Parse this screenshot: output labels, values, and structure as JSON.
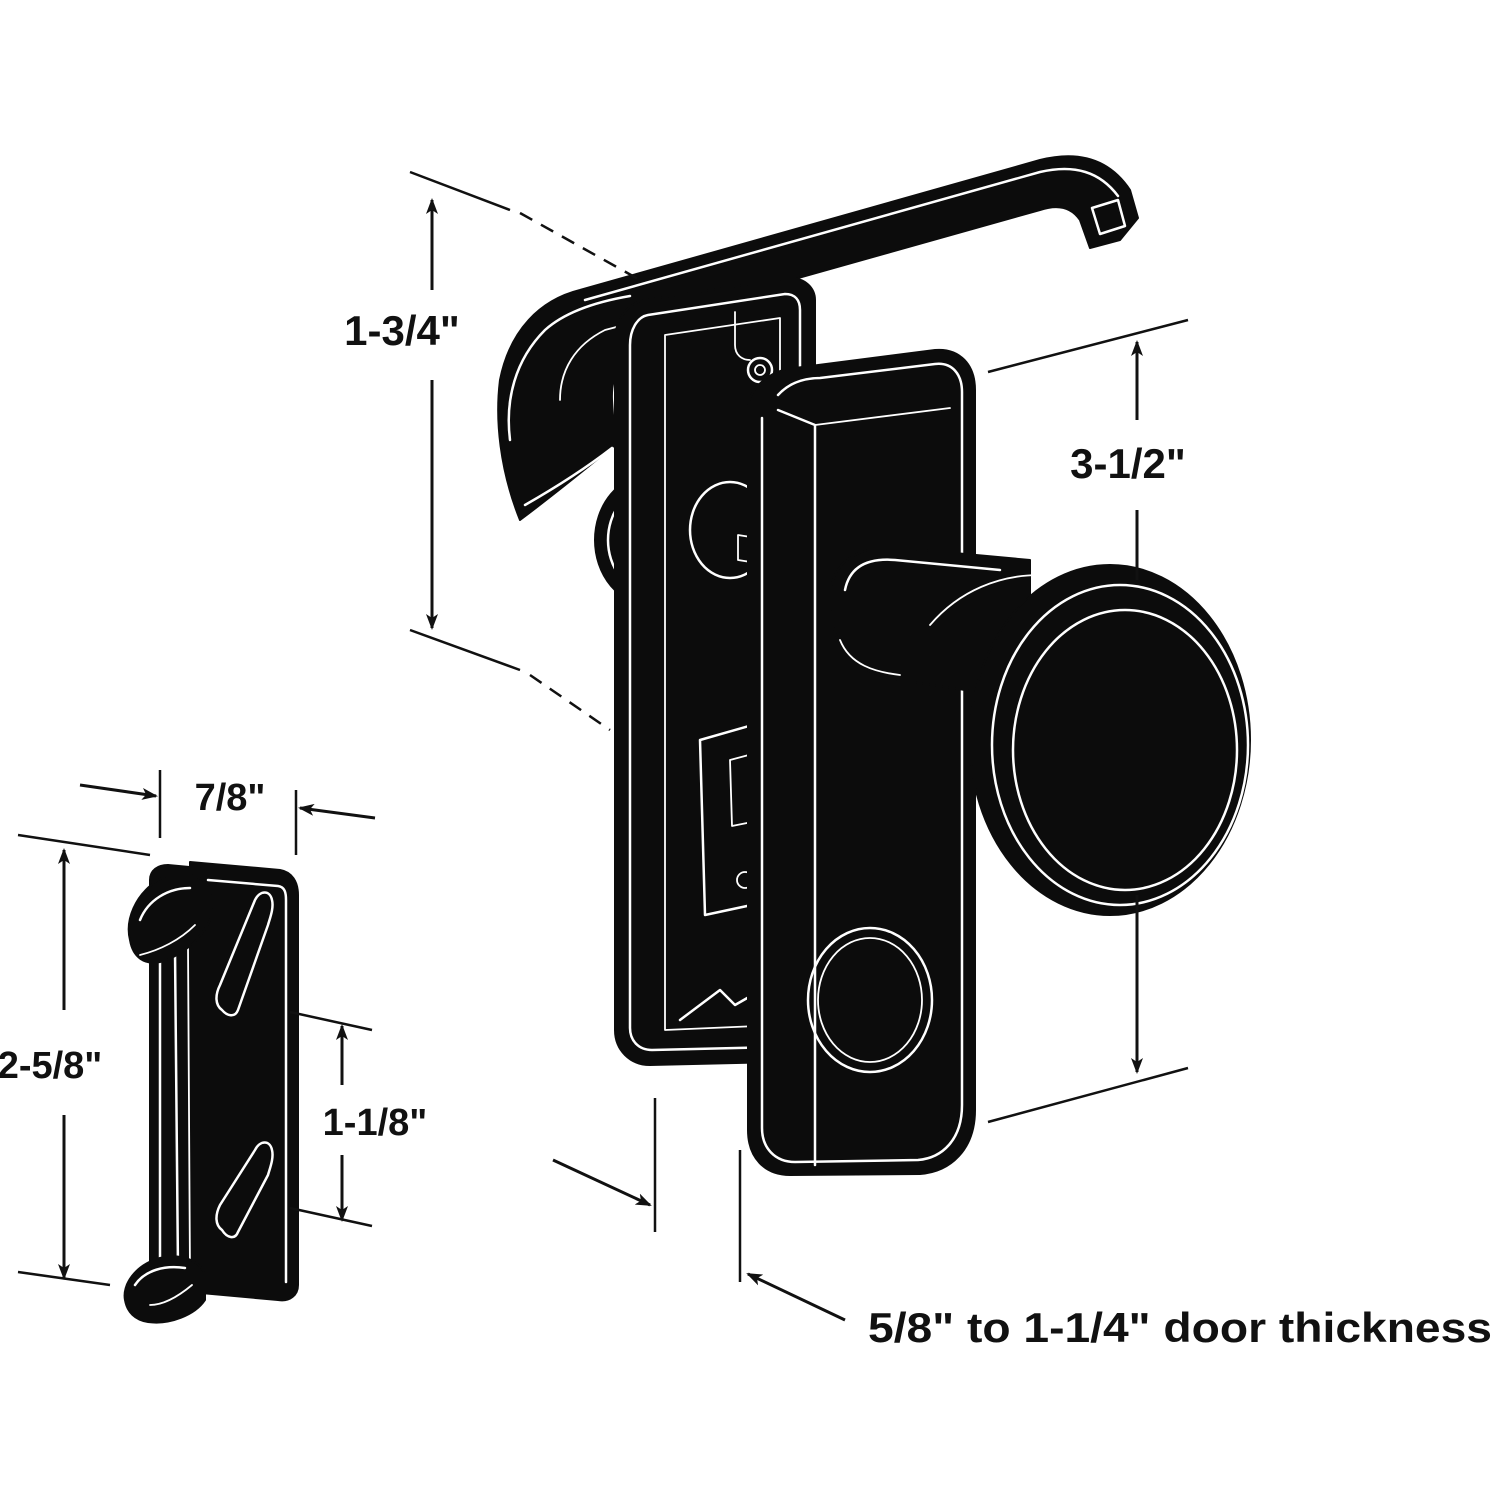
{
  "dimensions": {
    "lever_height": "1-3/4\"",
    "backplate_height": "3-1/2\"",
    "strike_width": "7/8\"",
    "strike_height": "2-5/8\"",
    "strike_hole_spacing": "1-1/8\"",
    "door_thickness": "5/8\" to 1-1/4\" door thickness"
  },
  "colors": {
    "ink": "#0c0c0c",
    "background": "#ffffff",
    "highlight": "#ffffff"
  }
}
